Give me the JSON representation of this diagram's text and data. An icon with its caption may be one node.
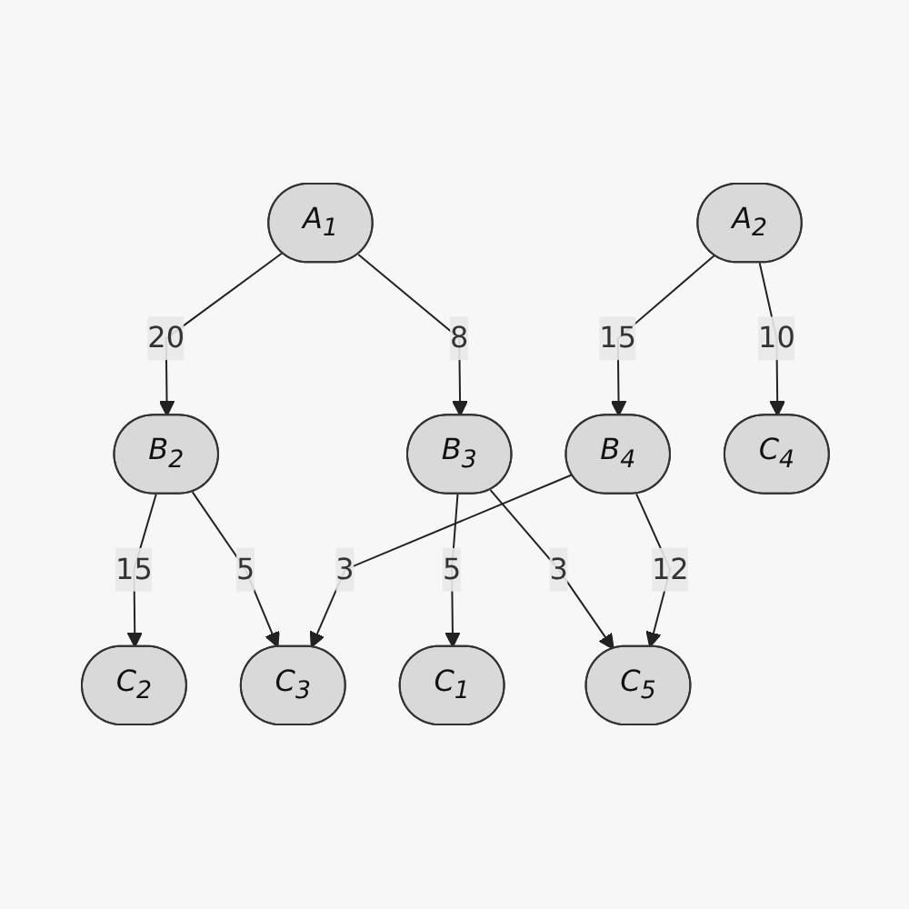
{
  "diagram": {
    "nodes": [
      {
        "text": [
          "A$_{1}$"
        ]
      },
      {
        "text": [
          "A$_{2}$"
        ]
      },
      {
        "text": [
          "B$_{2}$"
        ]
      },
      {
        "text": [
          "B$_{3}$"
        ]
      },
      {
        "text": [
          "B$_{4}$"
        ]
      },
      {
        "text": [
          "C$_{1}$"
        ]
      },
      {
        "text": [
          "C$_{2}$"
        ]
      },
      {
        "text": [
          "C$_{3}$"
        ]
      },
      {
        "text": [
          "C$_{4}$"
        ]
      },
      {
        "text": [
          "C$_{5}$"
        ]
      }
    ],
    "edges": [
      {
        "from": 0,
        "to": 2,
        "arrow": "to",
        "label": "20"
      },
      {
        "from": 0,
        "to": 3,
        "arrow": "to",
        "label": "8"
      },
      {
        "from": 1,
        "to": 8,
        "arrow": "to",
        "label": "10"
      },
      {
        "from": 1,
        "to": 4,
        "arrow": "to",
        "label": "15"
      },
      {
        "from": 2,
        "to": 6,
        "arrow": "to",
        "label": "15"
      },
      {
        "from": 2,
        "to": 7,
        "arrow": "to",
        "label": "5"
      },
      {
        "from": 3,
        "to": 5,
        "arrow": "to",
        "label": "5"
      },
      {
        "from": 3,
        "to": 9,
        "arrow": "to",
        "label": "3"
      },
      {
        "from": 4,
        "to": 7,
        "arrow": "to",
        "label": "3"
      },
      {
        "from": 4,
        "to": 9,
        "arrow": "to",
        "label": "12"
      }
    ]
  }
}
